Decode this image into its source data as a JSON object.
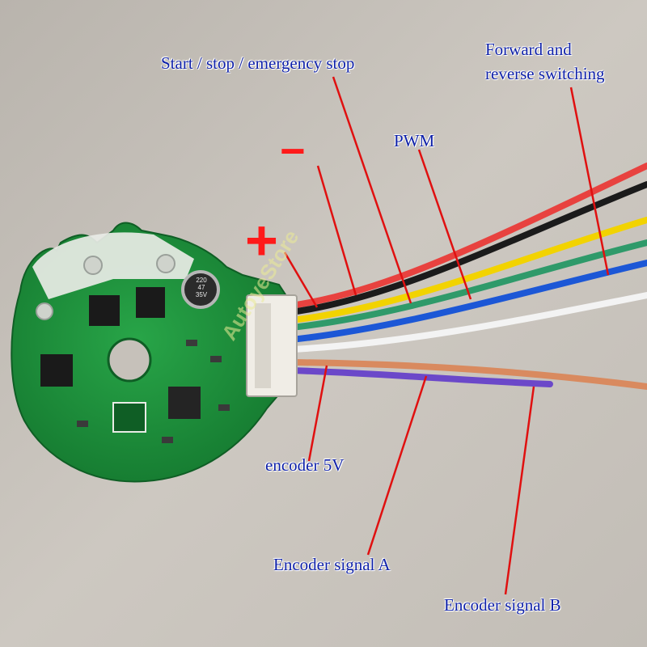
{
  "labels": {
    "start_stop": "Start / stop / emergency stop",
    "forward_reverse": [
      "Forward and",
      "reverse switching"
    ],
    "pwm": "PWM",
    "minus": "−",
    "plus": "+",
    "encoder_5v": "encoder 5V",
    "encoder_a": "Encoder signal A",
    "encoder_b": "Encoder signal B"
  },
  "capacitor_text": [
    "220",
    "47",
    "35V"
  ],
  "watermark": "AutoyeStore",
  "colors": {
    "label_text": "#0d1fa8",
    "pointer_line": "#e01010",
    "pcb": "#1d8f3a",
    "wires": [
      "#e8423f",
      "#1b1b1b",
      "#f2d300",
      "#2f9a6a",
      "#1c57d6",
      "#f3f3f3",
      "#d98a5f",
      "#6b48c9"
    ]
  }
}
